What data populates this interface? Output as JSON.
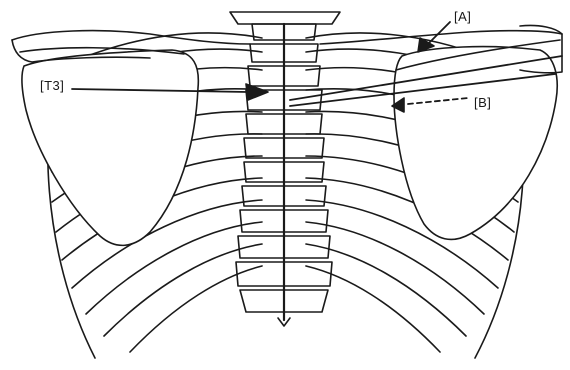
{
  "labels": {
    "a": "[A]",
    "t3": "[T3]",
    "b": "[B]"
  },
  "colors": {
    "ink": "#1a1a1a",
    "background": "#ffffff"
  }
}
